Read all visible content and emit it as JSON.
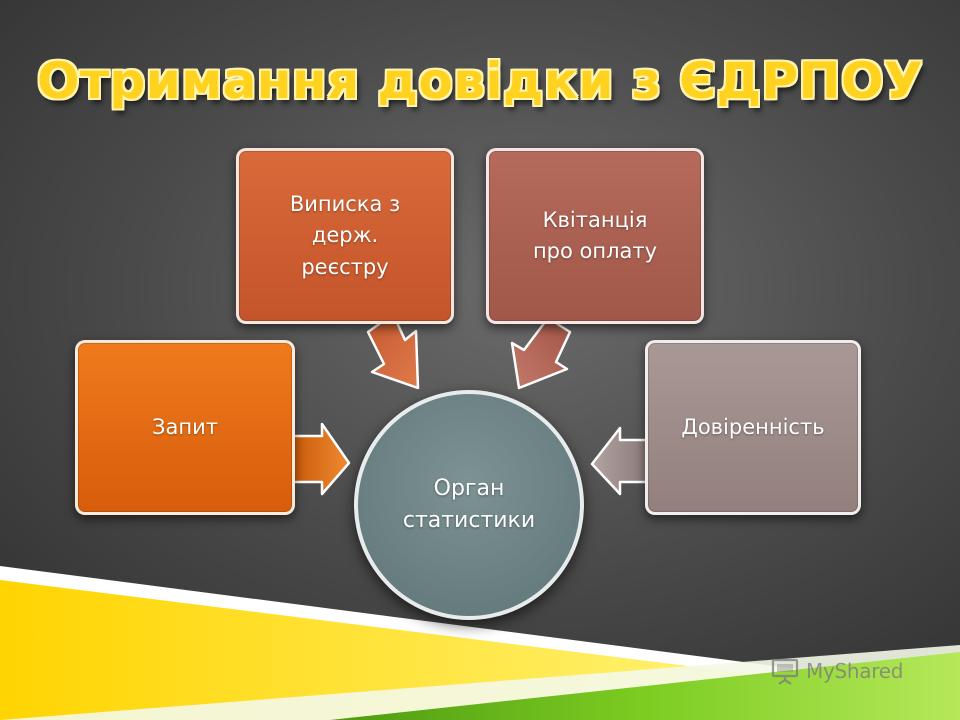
{
  "title": "Отримання довідки з ЄДРПОУ",
  "diagram": {
    "center": {
      "lines": [
        "Орган",
        "статистики"
      ]
    },
    "nodes": [
      {
        "id": "zapyt",
        "lines": [
          "Запит"
        ],
        "color": "#e46a15"
      },
      {
        "id": "vypyska",
        "lines": [
          "Виписка з",
          "держ.",
          "реєстру"
        ],
        "color": "#cf5f32"
      },
      {
        "id": "kvytantsia",
        "lines": [
          "Квітанція",
          "про оплату"
        ],
        "color": "#ab6152"
      },
      {
        "id": "dovirennist",
        "lines": [
          "Довіренність"
        ],
        "color": "#9e8c89"
      }
    ]
  },
  "colors": {
    "title": "#ffd21f",
    "center": "#6b8284",
    "accent_yellow": "#ffd000",
    "accent_green": "#6abf1e"
  },
  "logo": {
    "text": "MyShared",
    "icon": "presentation-board-icon"
  }
}
